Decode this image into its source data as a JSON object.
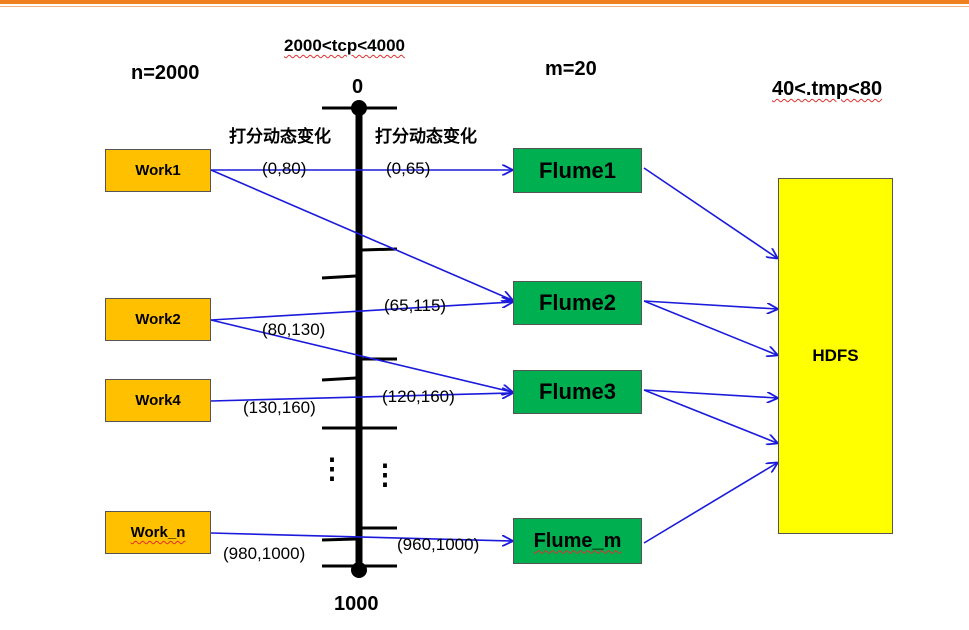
{
  "header": {
    "tcp_range": "2000<tcp<4000",
    "n_label": "n=2000",
    "m_label": "m=20",
    "tmp_range": "40<.tmp<80"
  },
  "axis": {
    "top_value": "0",
    "bottom_value": "1000",
    "left_caption": "打分动态变化",
    "right_caption": "打分动态变化",
    "ellipsis": "⋮"
  },
  "workers": [
    "Work1",
    "Work2",
    "Work4",
    "Work_n"
  ],
  "flumes": [
    "Flume1",
    "Flume2",
    "Flume3",
    "Flume_m"
  ],
  "sink": "HDFS",
  "worker_ranges": [
    "(0,80)",
    "(80,130)",
    "(130,160)",
    "(980,1000)"
  ],
  "flume_ranges": [
    "(0,65)",
    "(65,115)",
    "(120,160)",
    "(960,1000)"
  ],
  "colors": {
    "worker": "#ffc000",
    "flume": "#00b050",
    "hdfs": "#ffff00",
    "arrow": "#1a1adc",
    "accent": "#f07f1f"
  }
}
